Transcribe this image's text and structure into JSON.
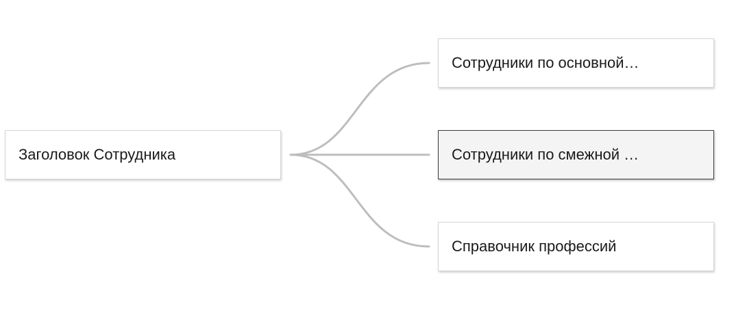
{
  "mindmap": {
    "root": {
      "label": "Заголовок Сотрудника"
    },
    "children": [
      {
        "label": "Сотрудники по основной…",
        "selected": false
      },
      {
        "label": "Сотрудники по смежной …",
        "selected": true
      },
      {
        "label": "Справочник профессий",
        "selected": false
      }
    ]
  },
  "colors": {
    "connector": "#bdbdbd",
    "node_border": "#d6d6d6",
    "selected_border": "#3a3a3a",
    "selected_background": "#f4f4f4",
    "text": "#1a1a1a"
  }
}
